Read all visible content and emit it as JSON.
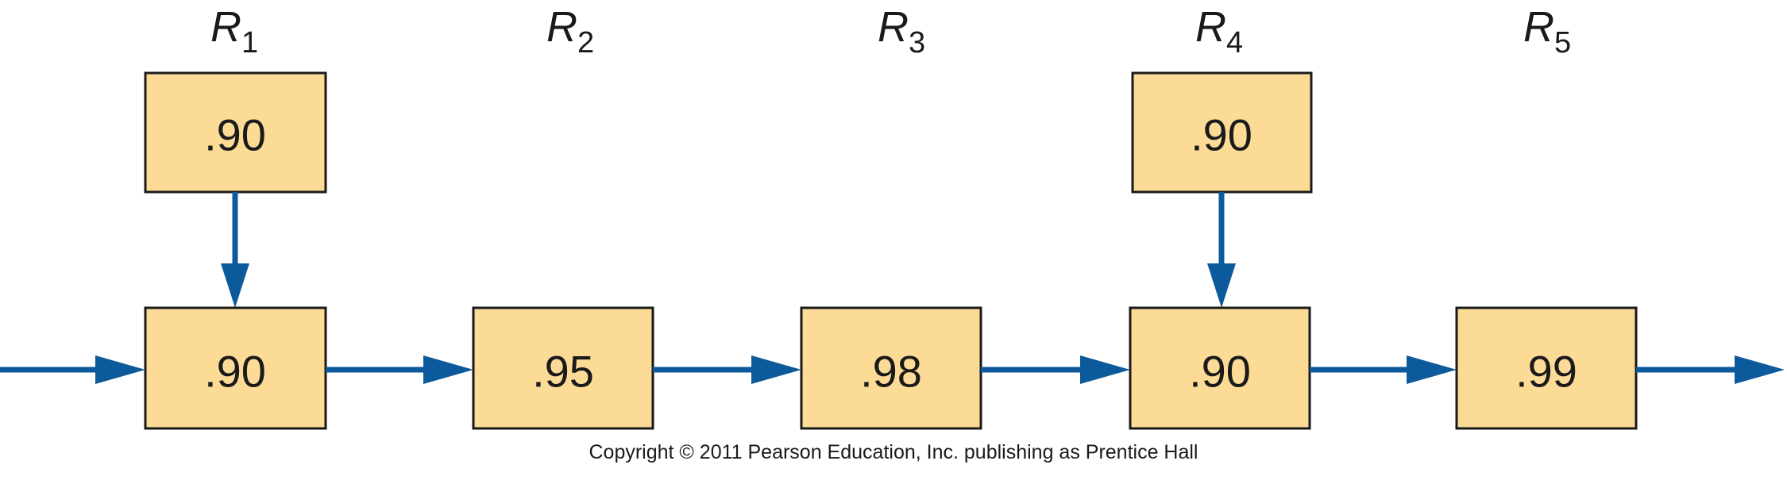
{
  "components": [
    {
      "label": "R",
      "subscript": "1",
      "primary": ".90",
      "backup": ".90"
    },
    {
      "label": "R",
      "subscript": "2",
      "primary": ".95",
      "backup": null
    },
    {
      "label": "R",
      "subscript": "3",
      "primary": ".98",
      "backup": null
    },
    {
      "label": "R",
      "subscript": "4",
      "primary": ".90",
      "backup": ".90"
    },
    {
      "label": "R",
      "subscript": "5",
      "primary": ".99",
      "backup": null
    }
  ],
  "copyright": "Copyright © 2011 Pearson Education, Inc. publishing as Prentice Hall",
  "colors": {
    "box_fill": "#fbdb96",
    "arrow": "#0c5a9c",
    "text": "#1a1a1a"
  }
}
